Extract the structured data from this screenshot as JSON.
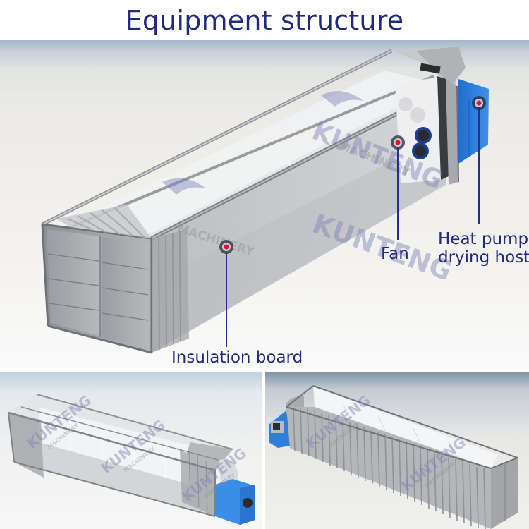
{
  "title": "Equipment structure",
  "main_image": {
    "watermarks": [
      {
        "brand": "KUNTENG",
        "sub": "MACHINERY"
      },
      {
        "brand": "KUNTENG",
        "sub": "MACHINERY"
      }
    ],
    "callouts": [
      {
        "id": "insulation-board",
        "label": "Insulation board"
      },
      {
        "id": "fan",
        "label": "Fan"
      },
      {
        "id": "heat-pump",
        "label_line1": "Heat pump",
        "label_line2": "drying host"
      }
    ],
    "colors": {
      "label_text": "#232a7c",
      "leader_line": "#2a2f86",
      "marker_outer": "#3b3f4a",
      "marker_ring": "#c9cbe6",
      "marker_center": "#e8101e",
      "heat_pump_blue": "#2f7fd9",
      "container_gray": "#9c9fa3"
    }
  },
  "bottom_left_image": {
    "watermark_brand": "KUNTENG",
    "watermark_sub": "MACHINERY",
    "view": "transparent container with heat pump unit at right end"
  },
  "bottom_right_image": {
    "watermark_brand": "KUNTENG",
    "watermark_sub": "MACHINERY",
    "view": "corrugated container side view with heat pump unit at left end"
  }
}
